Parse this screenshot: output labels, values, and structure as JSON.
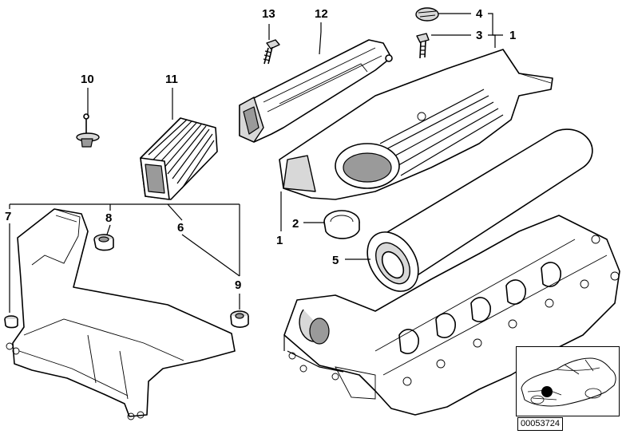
{
  "callouts": {
    "c1a": "1",
    "c1b": "1",
    "c2": "2",
    "c3": "3",
    "c4": "4",
    "c5": "5",
    "c6": "6",
    "c7": "7",
    "c8": "8",
    "c9": "9",
    "c10": "10",
    "c11": "11",
    "c12": "12",
    "c13": "13"
  },
  "reference_code": "00053724"
}
